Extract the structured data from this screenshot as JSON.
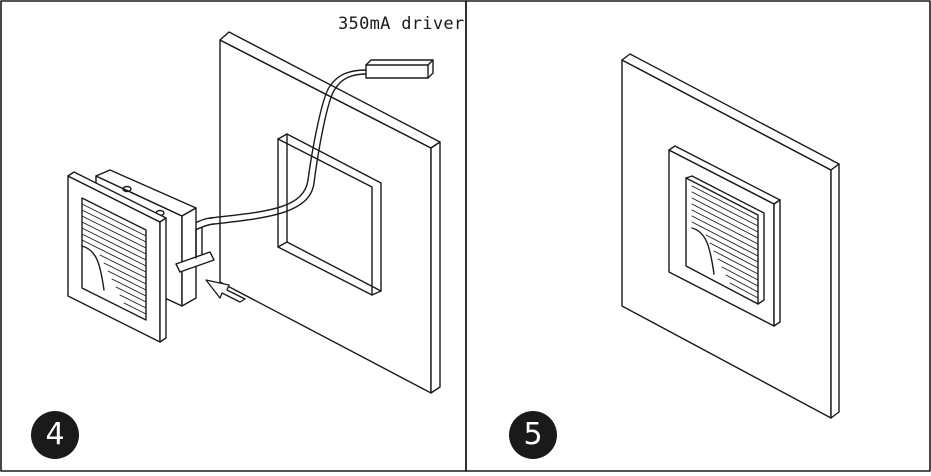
{
  "panels": [
    {
      "step": "4",
      "label": "350mA driver"
    },
    {
      "step": "5"
    }
  ],
  "colors": {
    "line": "#1a1a1a",
    "background": "#ffffff",
    "badge": "#1a1a1a"
  }
}
